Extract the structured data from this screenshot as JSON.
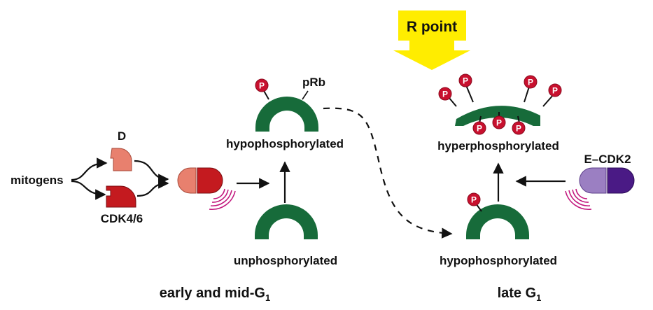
{
  "labels": {
    "mitogens": "mitogens",
    "cyclin_d": "D",
    "cdk46": "CDK4/6",
    "prb": "pRb",
    "hypophos_early": "hypophosphorylated",
    "unphos": "unphosphorylated",
    "hypophos_late": "hypophosphorylated",
    "hyperphos": "hyperphosphorylated",
    "ecdk2": "E–CDK2",
    "r_point": "R point",
    "early_phase_main": "early and mid-G",
    "early_phase_sub": "1",
    "late_phase_main": "late G",
    "late_phase_sub": "1",
    "phosphate": "P"
  },
  "colors": {
    "prb_green": "#176b3a",
    "phosphate_red": "#c8102e",
    "cdk_red": "#c41a1f",
    "cyclin_d_salmon": "#e8806e",
    "cyclin_e_lavender": "#9b7fc2",
    "cdk2_purple": "#4a1a85",
    "r_point_yellow": "#ffed00",
    "magenta_arcs": "#c2187e"
  }
}
